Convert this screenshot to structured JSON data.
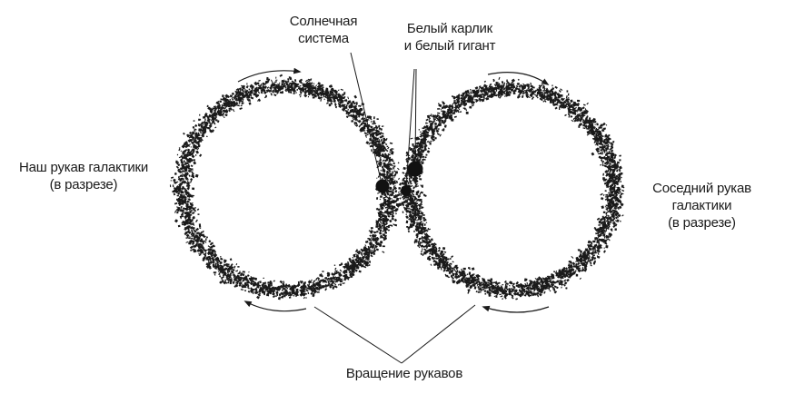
{
  "labels": {
    "solar_system": [
      "Солнечная",
      "система"
    ],
    "white_dwarf_giant": [
      "Белый карлик",
      "и белый гигант"
    ],
    "our_arm": [
      "Наш рукав галактики",
      "(в разрезе)"
    ],
    "neighbor_arm": [
      "Соседний рукав",
      "галактики",
      "(в разрезе)"
    ],
    "arm_rotation": "Вращение рукавов"
  },
  "colors": {
    "ink": "#1a1a1a",
    "background": "#ffffff"
  }
}
